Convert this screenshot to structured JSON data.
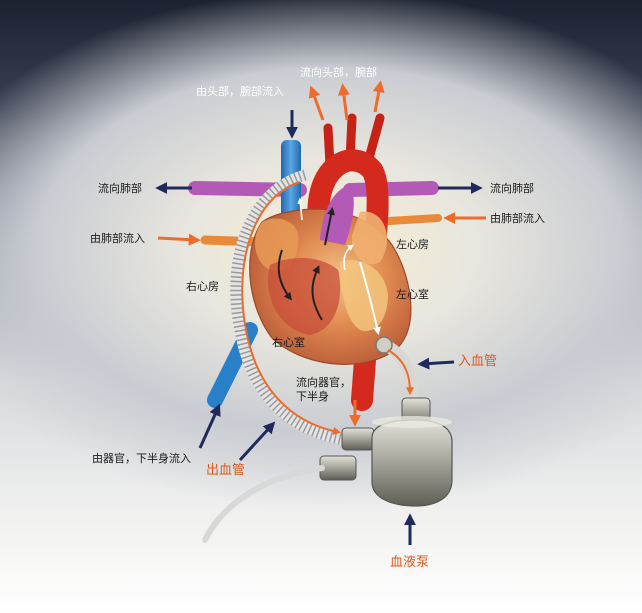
{
  "labels": {
    "to_head_arm": "流向头部，腕部",
    "from_head_arm": "由头部，腕部流入",
    "to_lung_left": "流向肺部",
    "to_lung_right": "流向肺部",
    "from_lung_left": "由肺部流入",
    "from_lung_right": "由肺部流入",
    "left_atrium": "左心房",
    "right_atrium": "右心房",
    "left_ventricle": "左心室",
    "right_ventricle": "右心室",
    "to_organs_line1": "流向器官，",
    "to_organs_line2": "下半身",
    "from_organs": "由器官，下半身流入",
    "inflow_tube": "入血管",
    "outflow_tube": "出血管",
    "blood_pump": "血液泵"
  },
  "colors": {
    "oxygenated": "#d42a1e",
    "deoxygenated": "#2a7fc9",
    "pulmonary": "#b25ab6",
    "arrow_orange": "#f06a2a",
    "arrow_navy": "#1f2a5a",
    "label_orange": "#e05a1e"
  },
  "icons": [
    "heart-illustration",
    "blood-pump-icon",
    "arrow-icon"
  ]
}
